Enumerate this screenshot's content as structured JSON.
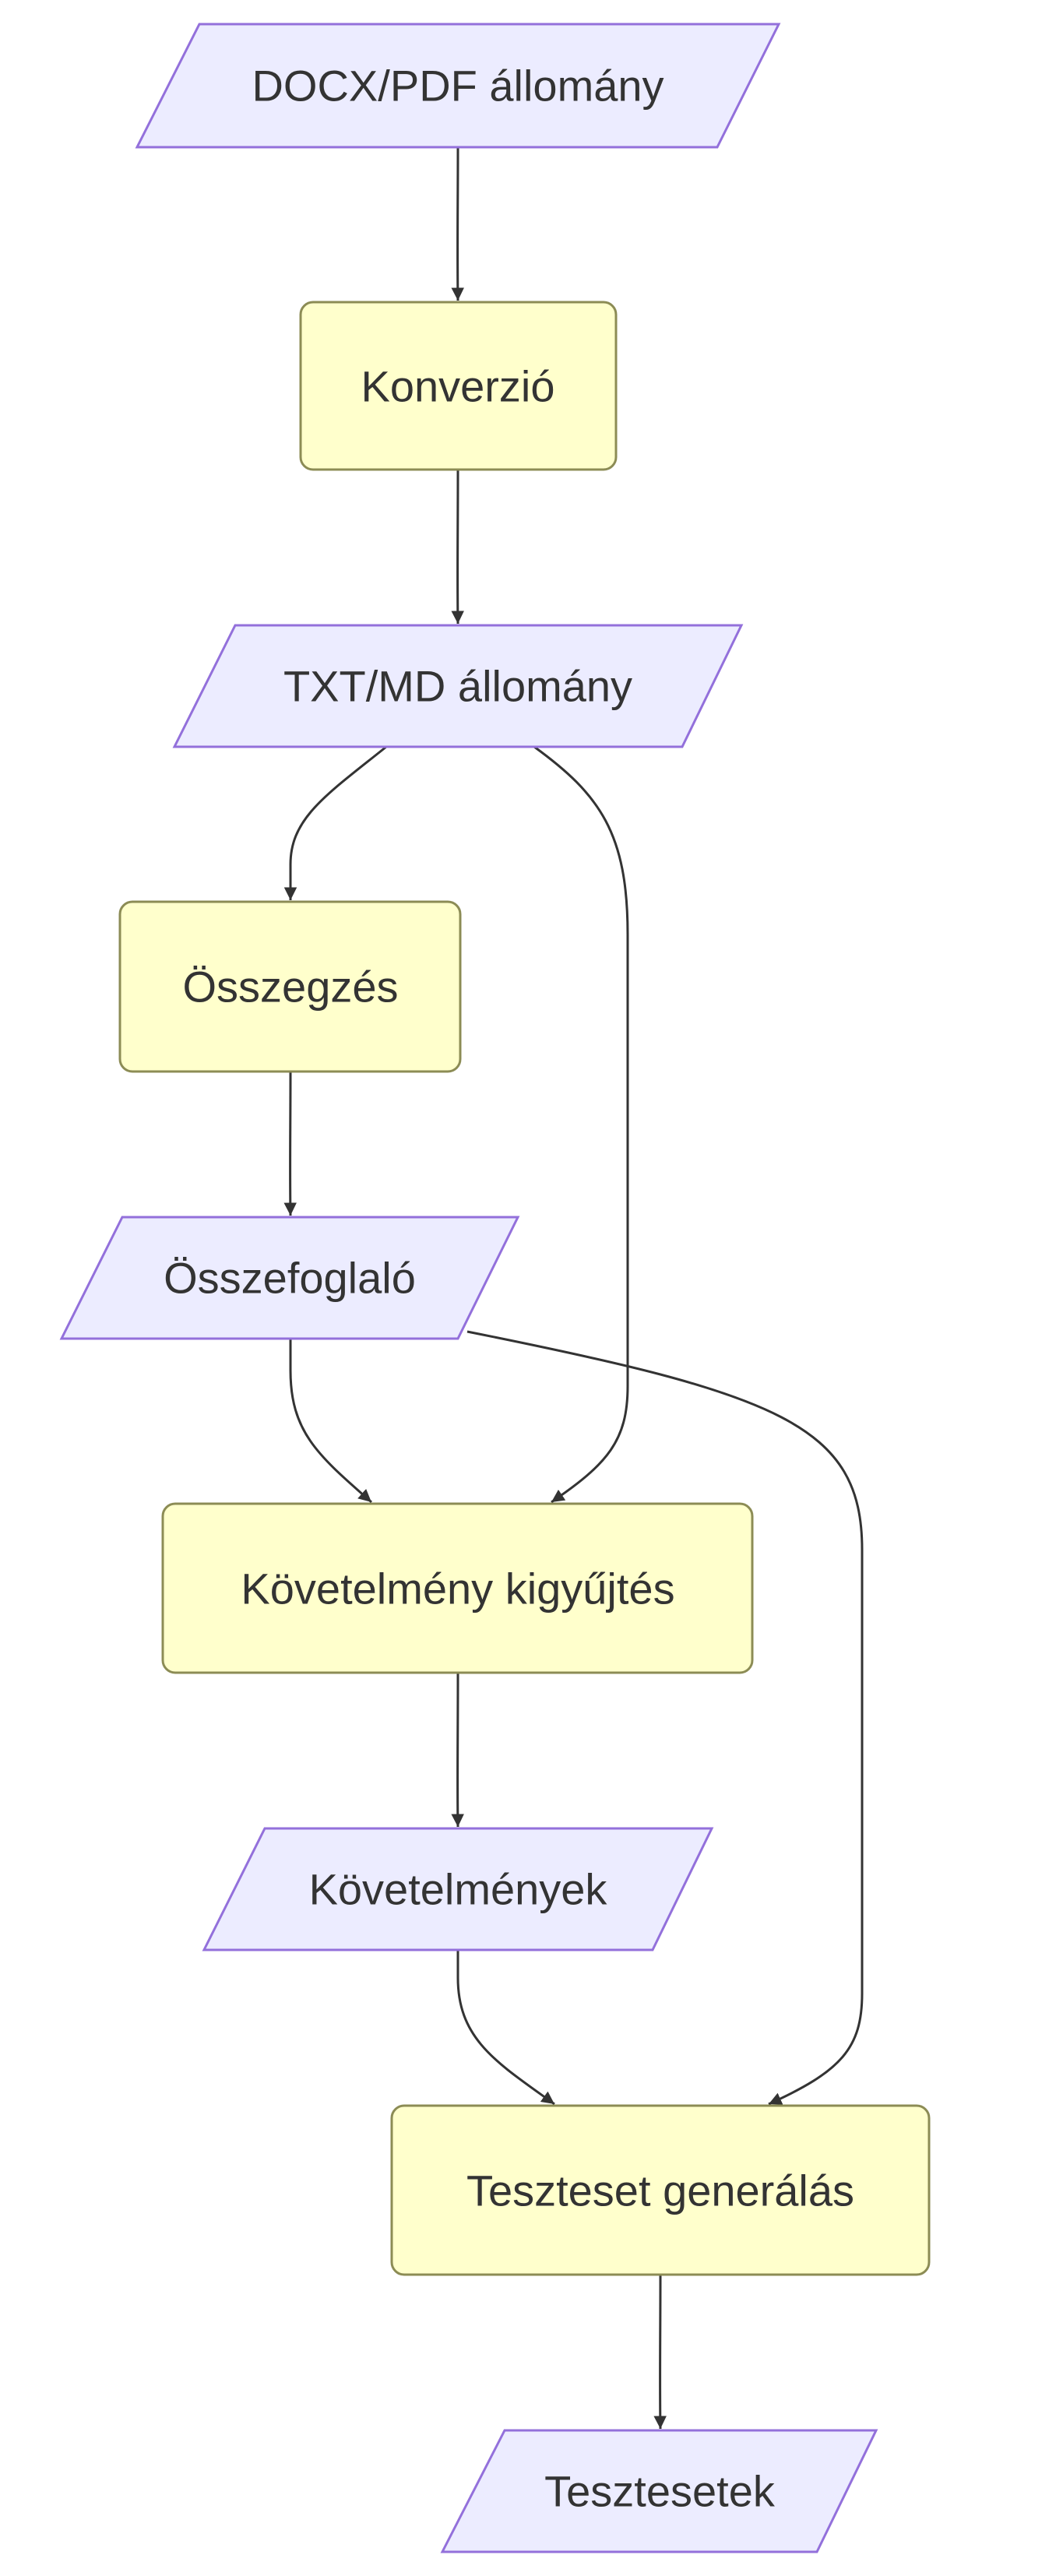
{
  "diagram": {
    "type": "flowchart",
    "direction": "top-down",
    "colors": {
      "data_fill": "#ECECFF",
      "data_stroke": "#9370DB",
      "process_fill": "#FFFFCC",
      "process_stroke": "#8C8C55",
      "edge": "#333333",
      "text": "#333333"
    },
    "nodes": [
      {
        "id": "docx",
        "shape": "parallelogram",
        "label": "DOCX/PDF állomány"
      },
      {
        "id": "konverzio",
        "shape": "rounded-rect",
        "label": "Konverzió"
      },
      {
        "id": "txt",
        "shape": "parallelogram",
        "label": "TXT/MD állomány"
      },
      {
        "id": "osszegzes",
        "shape": "rounded-rect",
        "label": "Összegzés"
      },
      {
        "id": "osszefoglalo",
        "shape": "parallelogram",
        "label": "Összefoglaló"
      },
      {
        "id": "kovetelmeny_kigyujtes",
        "shape": "rounded-rect",
        "label": "Követelmény kigyűjtés"
      },
      {
        "id": "kovetelmenyek",
        "shape": "parallelogram",
        "label": "Követelmények"
      },
      {
        "id": "teszteset_generalas",
        "shape": "rounded-rect",
        "label": "Teszteset generálás"
      },
      {
        "id": "tesztesetek",
        "shape": "parallelogram",
        "label": "Tesztesetek"
      }
    ],
    "edges": [
      {
        "from": "docx",
        "to": "konverzio"
      },
      {
        "from": "konverzio",
        "to": "txt"
      },
      {
        "from": "txt",
        "to": "osszegzes"
      },
      {
        "from": "txt",
        "to": "kovetelmeny_kigyujtes"
      },
      {
        "from": "osszegzes",
        "to": "osszefoglalo"
      },
      {
        "from": "osszefoglalo",
        "to": "kovetelmeny_kigyujtes"
      },
      {
        "from": "osszefoglalo",
        "to": "teszteset_generalas"
      },
      {
        "from": "kovetelmeny_kigyujtes",
        "to": "kovetelmenyek"
      },
      {
        "from": "kovetelmenyek",
        "to": "teszteset_generalas"
      },
      {
        "from": "teszteset_generalas",
        "to": "tesztesetek"
      }
    ]
  }
}
